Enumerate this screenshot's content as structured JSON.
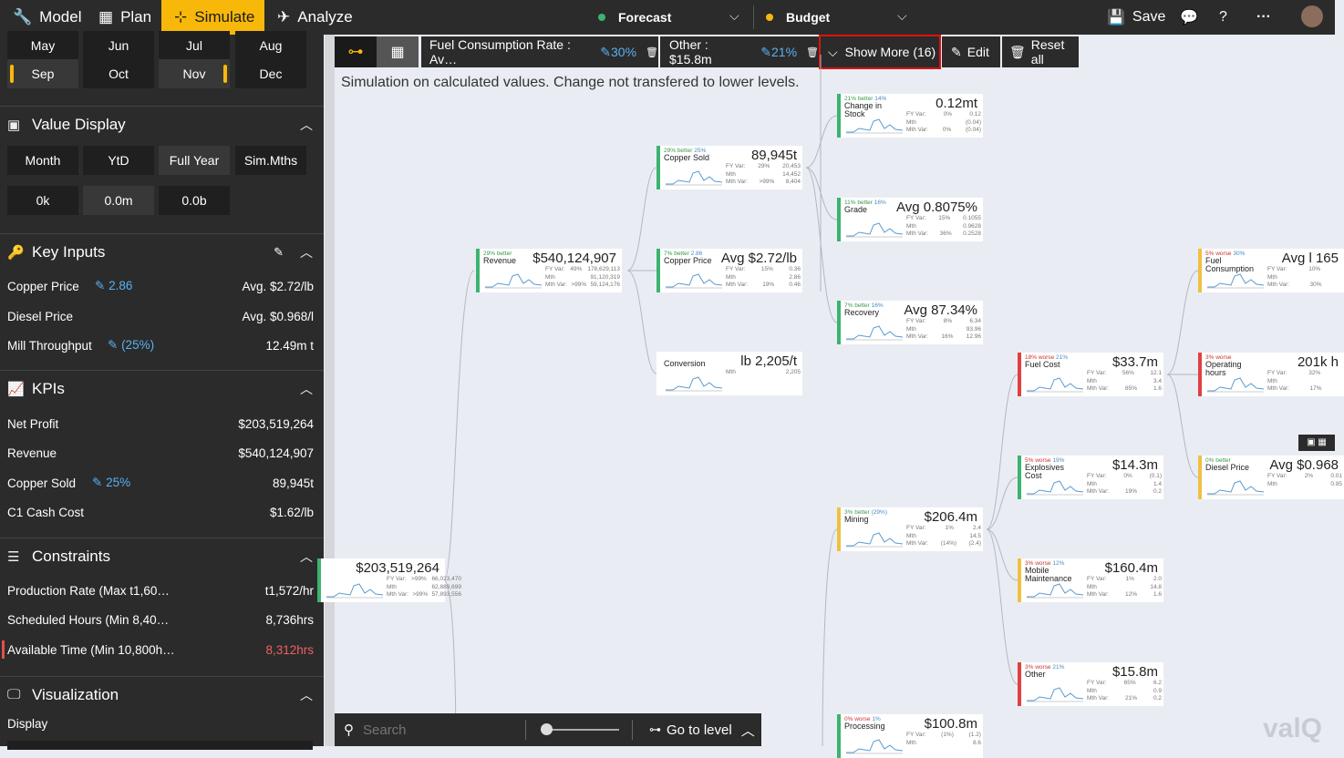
{
  "topnav": {
    "model": "Model",
    "plan": "Plan",
    "simulate": "Simulate",
    "analyze": "Analyze"
  },
  "scenario": {
    "forecast": "Forecast",
    "budget": "Budget",
    "forecast_color": "#3cb371",
    "budget_color": "#f8b80a"
  },
  "actions": {
    "save": "Save"
  },
  "months": [
    "May",
    "Jun",
    "Jul",
    "Aug",
    "Sep",
    "Oct",
    "Nov",
    "Dec"
  ],
  "value_display": {
    "title": "Value Display",
    "periods": [
      "Month",
      "YtD",
      "Full Year",
      "Sim.Mths"
    ],
    "units": [
      "0k",
      "0.0m",
      "0.0b"
    ]
  },
  "key_inputs": {
    "title": "Key Inputs",
    "items": [
      {
        "label": "Copper Price",
        "mod": "2.86",
        "value": "Avg. $2.72/lb"
      },
      {
        "label": "Diesel Price",
        "mod": "",
        "value": "Avg. $0.968/l"
      },
      {
        "label": "Mill Throughput",
        "mod": "(25%)",
        "value": "12.49m t"
      }
    ]
  },
  "kpis": {
    "title": "KPIs",
    "items": [
      {
        "label": "Net Profit",
        "mod": "",
        "value": "$203,519,264"
      },
      {
        "label": "Revenue",
        "mod": "",
        "value": "$540,124,907"
      },
      {
        "label": "Copper Sold",
        "mod": "25%",
        "value": "89,945t"
      },
      {
        "label": "C1 Cash Cost",
        "mod": "",
        "value": "$1.62/lb"
      }
    ]
  },
  "constraints": {
    "title": "Constraints",
    "items": [
      {
        "label": "Production Rate (Max t1,60…",
        "value": "t1,572/hr"
      },
      {
        "label": "Scheduled Hours (Min 8,40…",
        "value": "8,736hrs"
      },
      {
        "label": "Available Time (Min 10,800h…",
        "value": "8,312hrs"
      }
    ]
  },
  "visualization": {
    "title": "Visualization",
    "display": "Display"
  },
  "toolbar": {
    "chip1": "Fuel Consumption Rate : Av…",
    "chip1_pct": "30%",
    "chip2": "Other : $15.8m",
    "chip2_pct": "21%",
    "show_more": "Show More (16)",
    "edit": "Edit",
    "reset": "Reset all"
  },
  "note": "Simulation on calculated values. Change not transfered to lower levels.",
  "bottom": {
    "search": "Search",
    "goto": "Go to level"
  },
  "logo": "valQ",
  "nodes": [
    {
      "id": "netprofit",
      "name": "",
      "status": "",
      "mod": "",
      "value": "$203,519,264",
      "rows": [
        [
          "FY Var:",
          ">99%",
          "66,023,470"
        ],
        [
          "Mth",
          "",
          "62,889,699"
        ],
        [
          "Mth Var:",
          ">99%",
          "57,893,556"
        ]
      ],
      "color": "#3cb371"
    },
    {
      "id": "revenue",
      "name": "Revenue",
      "status": "29% better",
      "mod": "",
      "value": "$540,124,907",
      "rows": [
        [
          "FY Var:",
          "49%",
          "178,629,113"
        ],
        [
          "Mth",
          "",
          "91,120,319"
        ],
        [
          "Mth Var:",
          ">99%",
          "59,124,176"
        ]
      ],
      "color": "#3cb371"
    },
    {
      "id": "coppersold",
      "name": "Copper Sold",
      "status": "29% better",
      "mod": "25%",
      "value": "89,945t",
      "rows": [
        [
          "FY Var:",
          "29%",
          "20,453"
        ],
        [
          "Mth",
          "",
          "14,452"
        ],
        [
          "Mth Var:",
          ">99%",
          "8,404"
        ]
      ],
      "color": "#3cb371"
    },
    {
      "id": "copperprice",
      "name": "Copper Price",
      "status": "7% better",
      "mod": "2.86",
      "value": "Avg $2.72/lb",
      "rows": [
        [
          "FY Var:",
          "15%",
          "0.36"
        ],
        [
          "Mth",
          "",
          "2.86"
        ],
        [
          "Mth Var:",
          "19%",
          "0.46"
        ]
      ],
      "color": "#3cb371"
    },
    {
      "id": "conversion",
      "name": "Conversion",
      "status": "",
      "mod": "",
      "value": "lb 2,205/t",
      "rows": [
        [
          "",
          "",
          ""
        ],
        [
          "Mth",
          "",
          "2,205"
        ],
        [
          "",
          "",
          ""
        ]
      ],
      "color": "#ffffff"
    },
    {
      "id": "stock",
      "name": "Change in Stock",
      "status": "21% better",
      "mod": "14%",
      "value": "0.12mt",
      "rows": [
        [
          "FY Var:",
          "0%",
          "0.12"
        ],
        [
          "Mth",
          "",
          "(0.04)"
        ],
        [
          "Mth Var:",
          "0%",
          "(0.04)"
        ]
      ],
      "color": "#3cb371"
    },
    {
      "id": "grade",
      "name": "Grade",
      "status": "11% better",
      "mod": "16%",
      "value": "Avg 0.8075%",
      "rows": [
        [
          "FY Var:",
          "15%",
          "0.1055"
        ],
        [
          "Mth",
          "",
          "0.9628"
        ],
        [
          "Mth Var:",
          "36%",
          "0.2528"
        ]
      ],
      "color": "#3cb371"
    },
    {
      "id": "recovery",
      "name": "Recovery",
      "status": "7% better",
      "mod": "16%",
      "value": "Avg 87.34%",
      "rows": [
        [
          "FY Var:",
          "8%",
          "6.34"
        ],
        [
          "Mth",
          "",
          "93.96"
        ],
        [
          "Mth Var:",
          "16%",
          "12.96"
        ]
      ],
      "color": "#3cb371"
    },
    {
      "id": "fuelcost",
      "name": "Fuel Cost",
      "status": "18% worse",
      "mod": "21%",
      "value": "$33.7m",
      "rows": [
        [
          "FY Var:",
          "56%",
          "12.1"
        ],
        [
          "Mth",
          "",
          "3.4"
        ],
        [
          "Mth Var:",
          "85%",
          "1.6"
        ]
      ],
      "color": "#e04040"
    },
    {
      "id": "explosives",
      "name": "Explosives Cost",
      "status": "5% worse",
      "mod": "19%",
      "value": "$14.3m",
      "rows": [
        [
          "FY Var:",
          "0%",
          "(0.1)"
        ],
        [
          "Mth",
          "",
          "1.4"
        ],
        [
          "Mth Var:",
          "19%",
          "0.2"
        ]
      ],
      "color": "#3cb371"
    },
    {
      "id": "mining",
      "name": "Mining",
      "status": "3% better",
      "mod": "(29%)",
      "value": "$206.4m",
      "rows": [
        [
          "FY Var:",
          "1%",
          "2.4"
        ],
        [
          "Mth",
          "",
          "14.5"
        ],
        [
          "Mth Var:",
          "(14%)",
          "(2.4)"
        ]
      ],
      "color": "#f0c040"
    },
    {
      "id": "mobile",
      "name": "Mobile Maintenance",
      "status": "3% worse",
      "mod": "12%",
      "value": "$160.4m",
      "rows": [
        [
          "FY Var:",
          "1%",
          "2.0"
        ],
        [
          "Mth",
          "",
          "14.8"
        ],
        [
          "Mth Var:",
          "12%",
          "1.6"
        ]
      ],
      "color": "#f0c040"
    },
    {
      "id": "other",
      "name": "Other",
      "status": "3% worse",
      "mod": "21%",
      "value": "$15.8m",
      "rows": [
        [
          "FY Var:",
          "65%",
          "6.2"
        ],
        [
          "Mth",
          "",
          "0.9"
        ],
        [
          "Mth Var:",
          "21%",
          "0.2"
        ]
      ],
      "color": "#e04040"
    },
    {
      "id": "processing",
      "name": "Processing",
      "status": "0% worse",
      "mod": "1%",
      "value": "$100.8m",
      "rows": [
        [
          "FY Var:",
          "(1%)",
          "(1.2)"
        ],
        [
          "Mth",
          "",
          "8.6"
        ],
        [
          "",
          "",
          ""
        ]
      ],
      "color": "#3cb371"
    },
    {
      "id": "fuelcons",
      "name": "Fuel Consumption",
      "status": "5% worse",
      "mod": "30%",
      "value": "Avg l 165",
      "rows": [
        [
          "FY Var:",
          "10%",
          ""
        ],
        [
          "Mth",
          "",
          ""
        ],
        [
          "Mth Var:",
          "30%",
          ""
        ]
      ],
      "color": "#f0c040"
    },
    {
      "id": "ophours",
      "name": "Operating hours",
      "status": "3% worse",
      "mod": "",
      "value": "201k h",
      "rows": [
        [
          "FY Var:",
          "32%",
          ""
        ],
        [
          "Mth",
          "",
          ""
        ],
        [
          "Mth Var:",
          "17%",
          ""
        ]
      ],
      "color": "#e04040"
    },
    {
      "id": "diesel",
      "name": "Diesel Price",
      "status": "0% better",
      "mod": "",
      "value": "Avg $0.968",
      "rows": [
        [
          "FY Var:",
          "2%",
          "0.01"
        ],
        [
          "Mth",
          "",
          "0.95"
        ],
        [
          "",
          "",
          ""
        ]
      ],
      "color": "#f0c040"
    }
  ]
}
